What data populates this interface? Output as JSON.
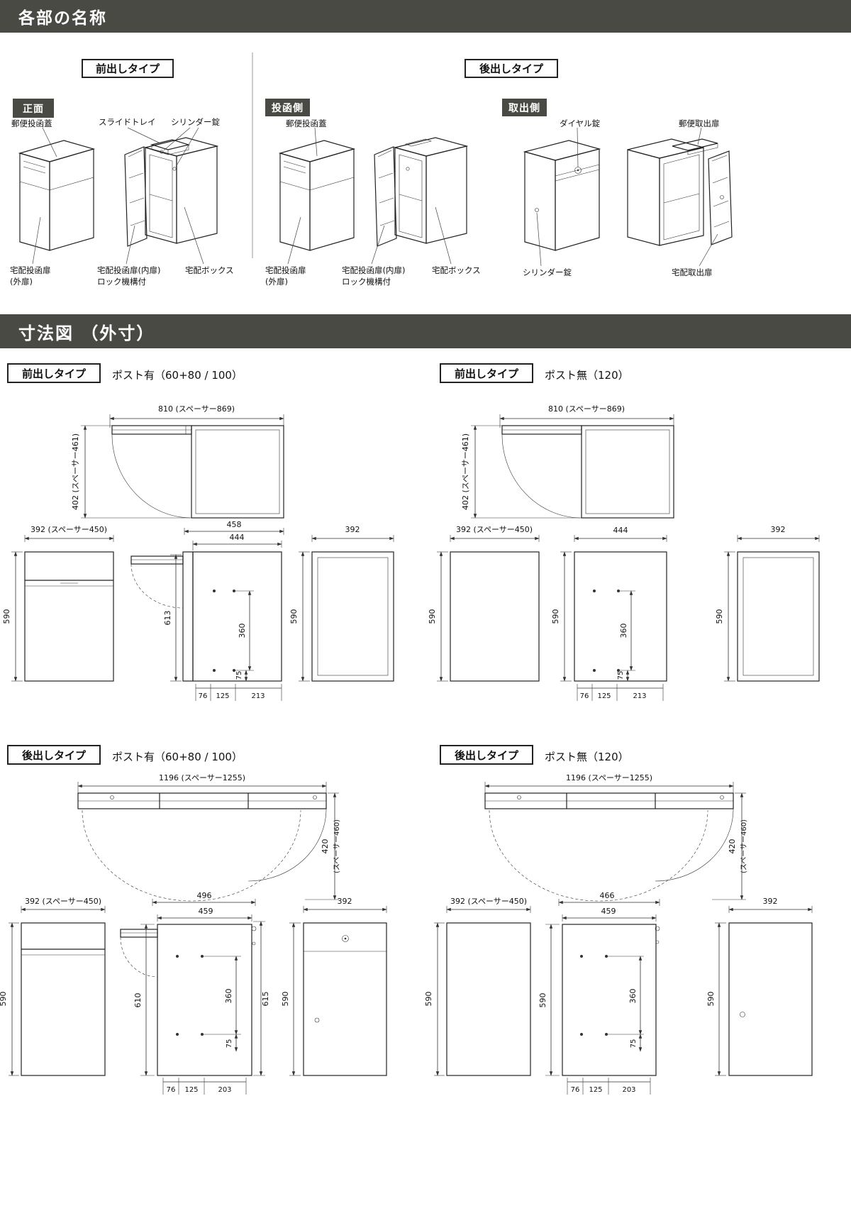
{
  "headers": {
    "section1": "各部の名称",
    "section2": "寸法図 （外寸）"
  },
  "parts": {
    "front_title": "前出しタイプ",
    "rear_title": "後出しタイプ",
    "badge_front": "正面",
    "badge_post_side": "投函側",
    "badge_takeout_side": "取出側",
    "labels": {
      "mail_flap": "郵便投函蓋",
      "slide_tray": "スライドトレイ",
      "cylinder_lock": "シリンダー錠",
      "outer_door_line1": "宅配投函扉",
      "outer_door_line2": "(外扉)",
      "inner_door_line1": "宅配投函扉(内扉)",
      "inner_door_line2": "ロック機構付",
      "delivery_box": "宅配ボックス",
      "dial_lock": "ダイヤル錠",
      "mail_takeout_door": "郵便取出扉",
      "takeout_door": "宅配取出扉"
    }
  },
  "dims": {
    "q1": {
      "type_label": "前出しタイプ",
      "variant_label": "ポスト有（60+80 / 100）",
      "top_width": "810 (スペーサー869)",
      "top_depth": "402 (スペーサー461)",
      "front_width": "392 (スペーサー450)",
      "front_height": "590",
      "side_width_outer": "458",
      "side_width_inner": "444",
      "side_height": "613",
      "pitch_v": "360",
      "pitch_bottom": "75",
      "base_a": "76",
      "base_b": "125",
      "base_c": "213",
      "rear_width": "392",
      "rear_height": "590"
    },
    "q2": {
      "type_label": "前出しタイプ",
      "variant_label": "ポスト無（120）",
      "top_width": "810 (スペーサー869)",
      "top_depth": "402 (スペーサー461)",
      "front_width": "392 (スペーサー450)",
      "front_height": "590",
      "side_width": "444",
      "side_height": "590",
      "pitch_v": "360",
      "pitch_bottom": "75",
      "base_a": "76",
      "base_b": "125",
      "base_c": "213",
      "rear_width": "392",
      "rear_height": "590"
    },
    "q3": {
      "type_label": "後出しタイプ",
      "variant_label": "ポスト有（60+80 / 100）",
      "top_width": "1196 (スペーサー1255)",
      "top_depth": "420",
      "top_depth_note": "(スペーサー460)",
      "front_width": "392 (スペーサー450)",
      "front_height": "590",
      "side_width_outer": "496",
      "side_width_inner": "459",
      "side_height_left": "610",
      "side_height_right": "615",
      "pitch_v": "360",
      "pitch_bottom": "75",
      "base_a": "76",
      "base_b": "125",
      "base_c": "203",
      "rear_width": "392",
      "rear_height": "590"
    },
    "q4": {
      "type_label": "後出しタイプ",
      "variant_label": "ポスト無（120）",
      "top_width": "1196 (スペーサー1255)",
      "top_depth": "420",
      "top_depth_note": "(スペーサー460)",
      "front_width": "392 (スペーサー450)",
      "front_height": "590",
      "side_width_outer": "466",
      "side_width_inner": "459",
      "side_height": "590",
      "pitch_v": "360",
      "pitch_bottom": "75",
      "base_a": "76",
      "base_b": "125",
      "base_c": "203",
      "rear_width": "392",
      "rear_height": "590"
    }
  }
}
